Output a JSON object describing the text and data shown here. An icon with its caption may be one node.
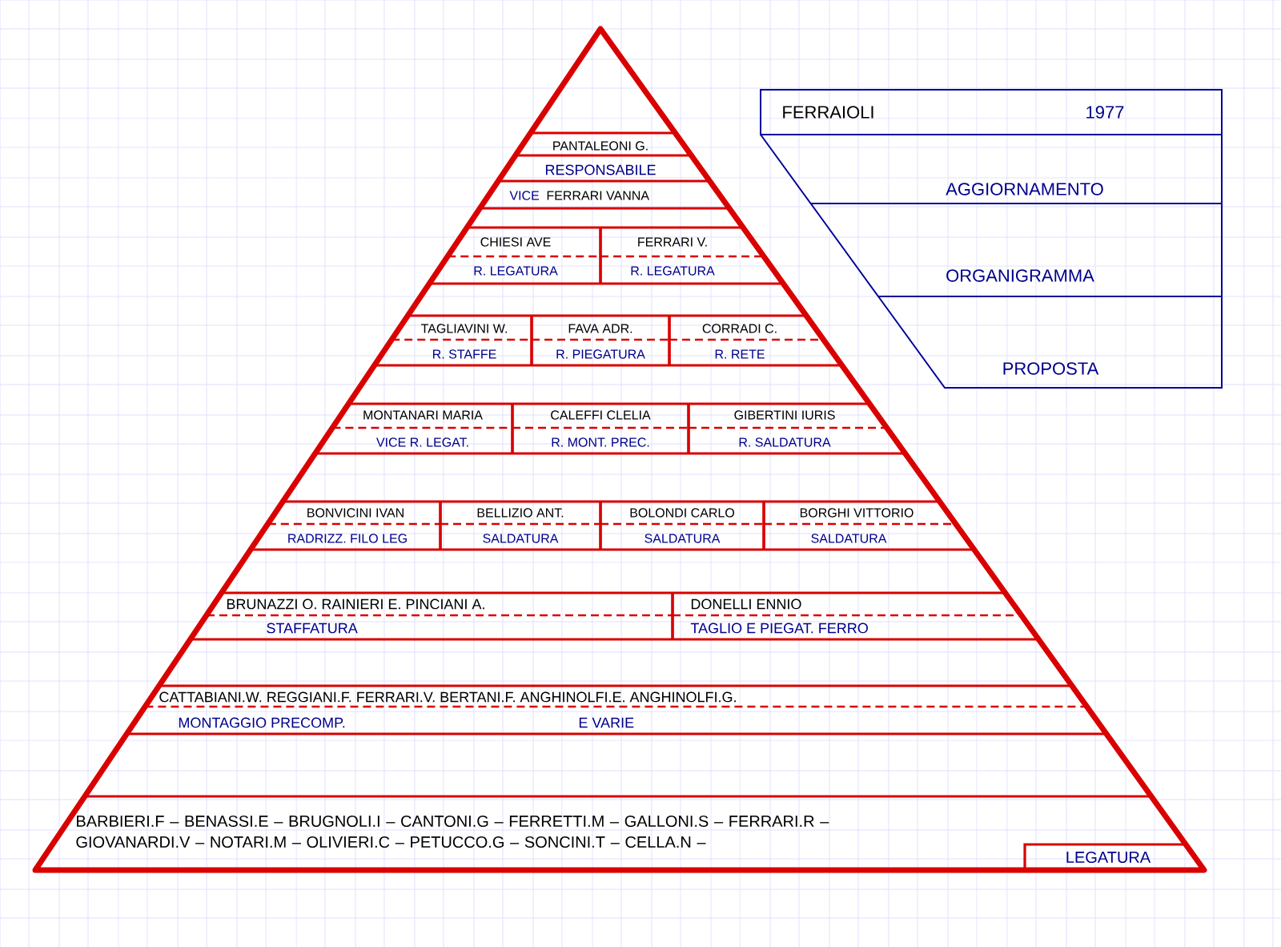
{
  "diagram": {
    "nodes": [
      {
        "text": [
          "FERRAIOLI",
          "1977"
        ]
      },
      {
        "text": [
          "AGGIORNAMENTO"
        ]
      },
      {
        "text": [
          "ORGANIGRAMMA"
        ]
      },
      {
        "text": [
          "PROPOSTA"
        ]
      },
      {
        "text": [],
        "shape": "triangle"
      },
      {
        "text": [
          "PANTALEONI G.",
          "RESPONSABILE",
          "VICE",
          "FERRARI VANNA"
        ],
        "in": 4
      },
      {
        "text": [
          "CHIESI AVE",
          "R. LEGATURA"
        ],
        "in": 4
      },
      {
        "text": [
          "FERRARI V.",
          "R. LEGATURA"
        ],
        "in": 4
      },
      {
        "text": [
          "TAGLIAVINI W.",
          "R. STAFFE"
        ],
        "in": 4
      },
      {
        "text": [
          "FAVA ADR.",
          "R. PIEGATURA"
        ],
        "in": 4
      },
      {
        "text": [
          "CORRADI C.",
          "R. RETE"
        ],
        "in": 4
      },
      {
        "text": [
          "MONTANARI MARIA",
          "VICE R. LEGAT."
        ],
        "in": 4
      },
      {
        "text": [
          "CALEFFI CLELIA",
          "R. MONT. PREC."
        ],
        "in": 4
      },
      {
        "text": [
          "GIBERTINI IURIS",
          "R. SALDATURA"
        ],
        "in": 4
      },
      {
        "text": [
          "BONVICINI IVAN",
          "RADRIZZ. FILO LEG"
        ],
        "in": 4
      },
      {
        "text": [
          "BELLIZIO ANT.",
          "SALDATURA"
        ],
        "in": 4
      },
      {
        "text": [
          "BOLONDI CARLO",
          "SALDATURA"
        ],
        "in": 4
      },
      {
        "text": [
          "BORGHI VITTORIO",
          "SALDATURA"
        ],
        "in": 4
      },
      {
        "text": [
          "BRUNAZZI O.   RAINIERI E.   PINCIANI A.",
          "STAFFATURA"
        ],
        "in": 4
      },
      {
        "text": [
          "DONELLI ENNIO",
          "TAGLIO E PIEGAT.   FERRO"
        ],
        "in": 4
      },
      {
        "text": [
          "CATTABIANI.W.  REGGIANI.F.  FERRARI.V.  BERTANI.F.  ANGHINOLFI.E.  ANGHINOLFI.G.",
          "MONTAGGIO PRECOMP.",
          "E VARIE"
        ],
        "in": 4
      },
      {
        "text": [
          "BARBIERI.F – BENASSI.E – BRUGNOLI.I – CANTONI.G – FERRETTI.M – GALLONI.S – FERRARI.R – GIOVANARDI.V – NOTARI.M – OLIVIERI.C – PETUCCO.G – SONCINI.T – CELLA.N –"
        ],
        "in": 4
      },
      {
        "text": [
          "LEGATURA"
        ],
        "in": 21
      }
    ]
  }
}
